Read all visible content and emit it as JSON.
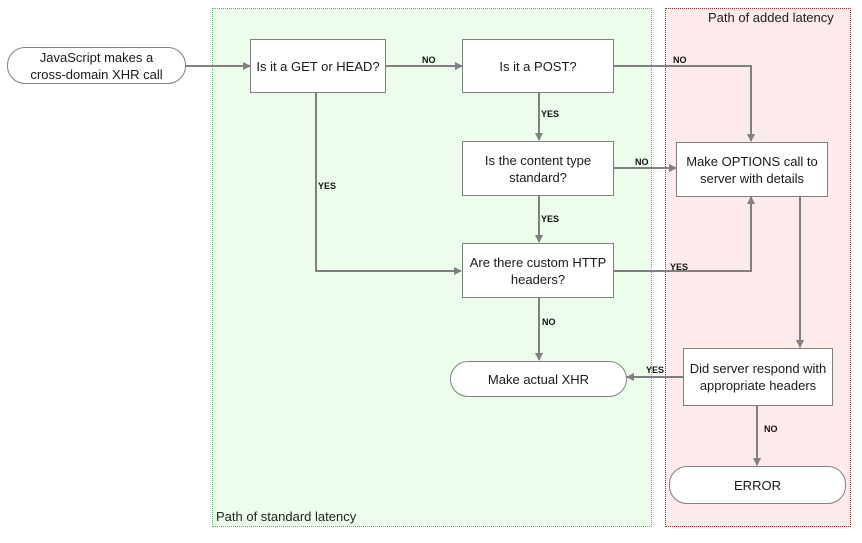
{
  "regions": {
    "standard": "Path of standard latency",
    "added": "Path of added latency"
  },
  "nodes": {
    "start": "JavaScript makes a\ncross-domain XHR call",
    "get_head": "Is it a GET or HEAD?",
    "post": "Is it a POST?",
    "content_type": "Is the content type\nstandard?",
    "custom_headers": "Are there custom HTTP\nheaders?",
    "make_xhr": "Make actual XHR",
    "options": "Make OPTIONS call to\nserver with details",
    "server_respond": "Did server respond with\nappropriate headers",
    "error": "ERROR"
  },
  "edge_labels": {
    "get_no": "NO",
    "post_no": "NO",
    "post_yes": "YES",
    "get_yes": "YES",
    "content_no": "NO",
    "content_yes": "YES",
    "headers_yes": "YES",
    "headers_no": "NO",
    "server_yes": "YES",
    "server_no": "NO"
  }
}
